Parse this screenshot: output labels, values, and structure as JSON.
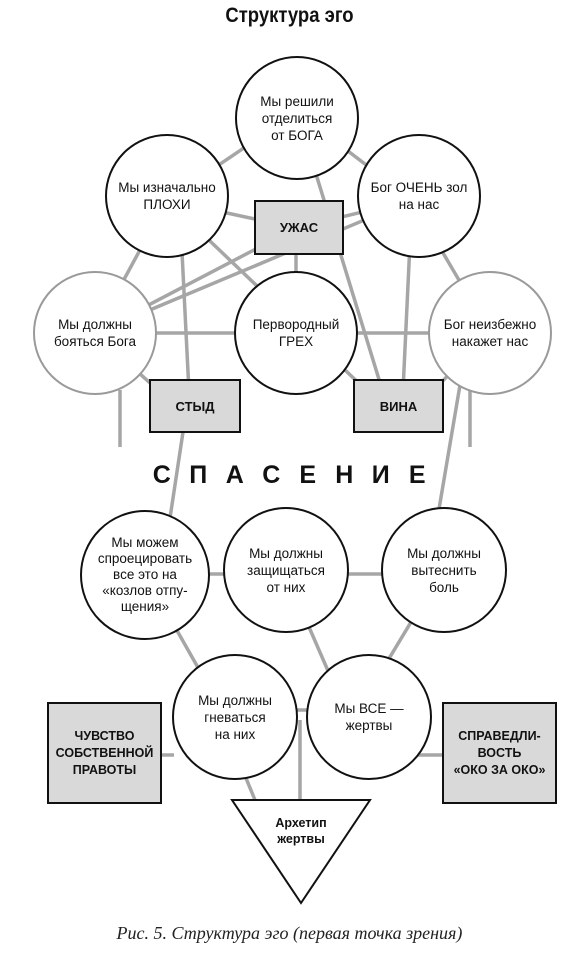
{
  "title": "Структура эго",
  "caption": "Рис. 5. Структура эго (первая точка зрения)",
  "banner": "СПАСЕНИЕ",
  "colors": {
    "line": "#a6a6a6",
    "circle_border": "#111111",
    "circle_soft_border": "#9a9a9a",
    "box_fill": "#d9d9d9",
    "box_border": "#111111"
  },
  "nodes": {
    "decided": "Мы решили\nотделиться\nот БОГА",
    "bad": "Мы изначально\nПЛОХИ",
    "angry_god": "Бог ОЧЕНЬ зол\nна нас",
    "fear": "Мы должны\nбояться Бога",
    "sin": "Первородный\nГРЕХ",
    "punish": "Бог неизбежно\nнакажет нас",
    "project": "Мы можем\nспроецировать\nвсе это на\n«козлов отпу-\nщения»",
    "defend": "Мы должны\nзащищаться\nот них",
    "repress": "Мы должны\nвытеснить\nболь",
    "anger": "Мы должны\nгневаться\nна них",
    "victims": "Мы ВСЕ —\nжертвы"
  },
  "boxes": {
    "horror": "УЖАС",
    "shame": "СТЫД",
    "guilt": "ВИНА",
    "righteous": "ЧУВСТВО\nСОБСТВЕННОЙ\nПРАВОТЫ",
    "justice": "СПРАВЕДЛИ-\nВОСТЬ\n«ОКО ЗА ОКО»"
  },
  "archetype": "Архетип\nжертвы"
}
